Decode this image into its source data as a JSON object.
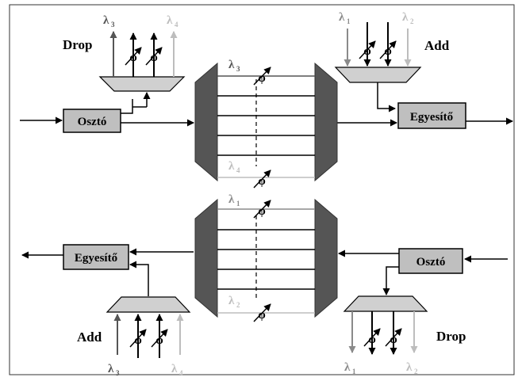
{
  "top": {
    "drop_label": "Drop",
    "add_label": "Add",
    "splitter_label": "Osztó",
    "combiner_label": "Egyesítő",
    "drop_lambdas": [
      {
        "sym": "λ",
        "sub": "3"
      },
      {
        "sym": "λ",
        "sub": "4"
      }
    ],
    "add_lambdas": [
      {
        "sym": "λ",
        "sub": "1"
      },
      {
        "sym": "λ",
        "sub": "2"
      }
    ],
    "switch_lambdas": [
      {
        "sym": "λ",
        "sub": "3"
      },
      {
        "sym": "λ",
        "sub": "4"
      }
    ],
    "phase_symbol": "φ"
  },
  "bottom": {
    "drop_label": "Drop",
    "add_label": "Add",
    "splitter_label": "Osztó",
    "combiner_label": "Egyesítő",
    "add_lambdas": [
      {
        "sym": "λ",
        "sub": "3"
      },
      {
        "sym": "λ",
        "sub": "4"
      }
    ],
    "drop_lambdas": [
      {
        "sym": "λ",
        "sub": "1"
      },
      {
        "sym": "λ",
        "sub": "2"
      }
    ],
    "switch_lambdas": [
      {
        "sym": "λ",
        "sub": "1"
      },
      {
        "sym": "λ",
        "sub": "2"
      }
    ],
    "phase_symbol": "φ"
  },
  "colors": {
    "black": "#000000",
    "dark_gray": "#555555",
    "mid_gray": "#8a8a8a",
    "light_gray": "#bdbdbd",
    "box_fill": "#bfbfbf",
    "demux_fill": "#d0d0d0",
    "mux_dark": "#555555"
  }
}
